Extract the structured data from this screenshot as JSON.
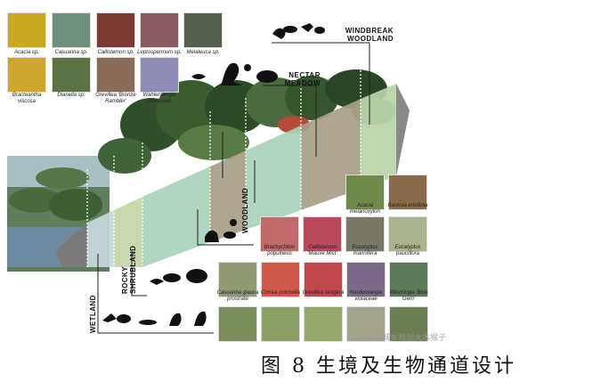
{
  "zones": {
    "windbreak": "WINDBREAK\nWOODLAND",
    "nectar": "NECTAR\nMEADOW",
    "woodland": "WOODLAND",
    "rocky": "ROCKY\nSHRUBLAND",
    "wetland": "WETLAND"
  },
  "windbreak_plants": [
    "Acacia sp.",
    "Casuarina sp.",
    "Callistemon sp.",
    "Leptospermum sp.",
    "Melaleuca sp."
  ],
  "nectar_plants": [
    "Bracteantha viscosa",
    "Dianella sp.",
    "Grevillea 'Bronze Rambler'",
    "Wahlenbergia communis"
  ],
  "woodland_plants": [
    "Acacia melanoxylon",
    "Banksia ericifolia",
    "Brachychiton populneus",
    "Callistemon 'Mauve Mist'",
    "Eucalyptus mannifera",
    "Eucalyptus pauciflora"
  ],
  "rocky_plants": [
    "Casuarina glauca prostrate",
    "Correa pulchella",
    "Grevillea lanigera",
    "Hardenbergia violaceae",
    "Westringia 'Blue Gem'"
  ],
  "caption": "图 8  生境及生物通道设计",
  "watermark": "CSDN @城乡规划大木猴子",
  "colors": {
    "band_blue": "#c8d8dc",
    "band_green": "#c5d6a6",
    "band_teal": "#a9d3bb",
    "band_brown": "#a79e88",
    "band_light": "#b9d4a8"
  }
}
